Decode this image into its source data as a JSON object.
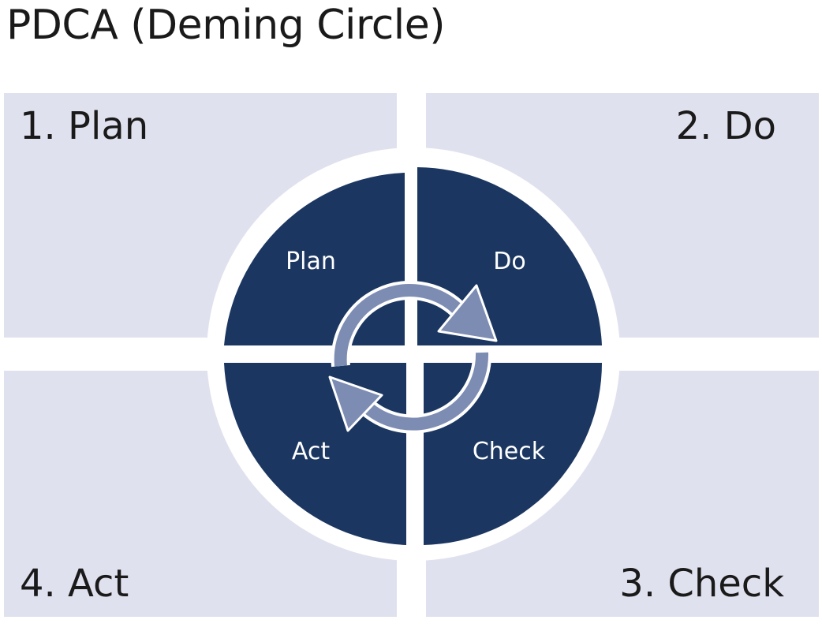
{
  "title": "PDCA (Deming Circle)",
  "quadrants": {
    "plan": "1. Plan",
    "do": "2. Do",
    "check": "3. Check",
    "act": "4. Act"
  },
  "wheel": {
    "plan": "Plan",
    "do": "Do",
    "check": "Check",
    "act": "Act"
  },
  "colors": {
    "panel": "#e0e1ee",
    "segment": "#1b3660",
    "arrow": "#7d8cb3",
    "arrow_outline": "#ffffff"
  },
  "icons": [
    "cycle-arrows-icon"
  ]
}
